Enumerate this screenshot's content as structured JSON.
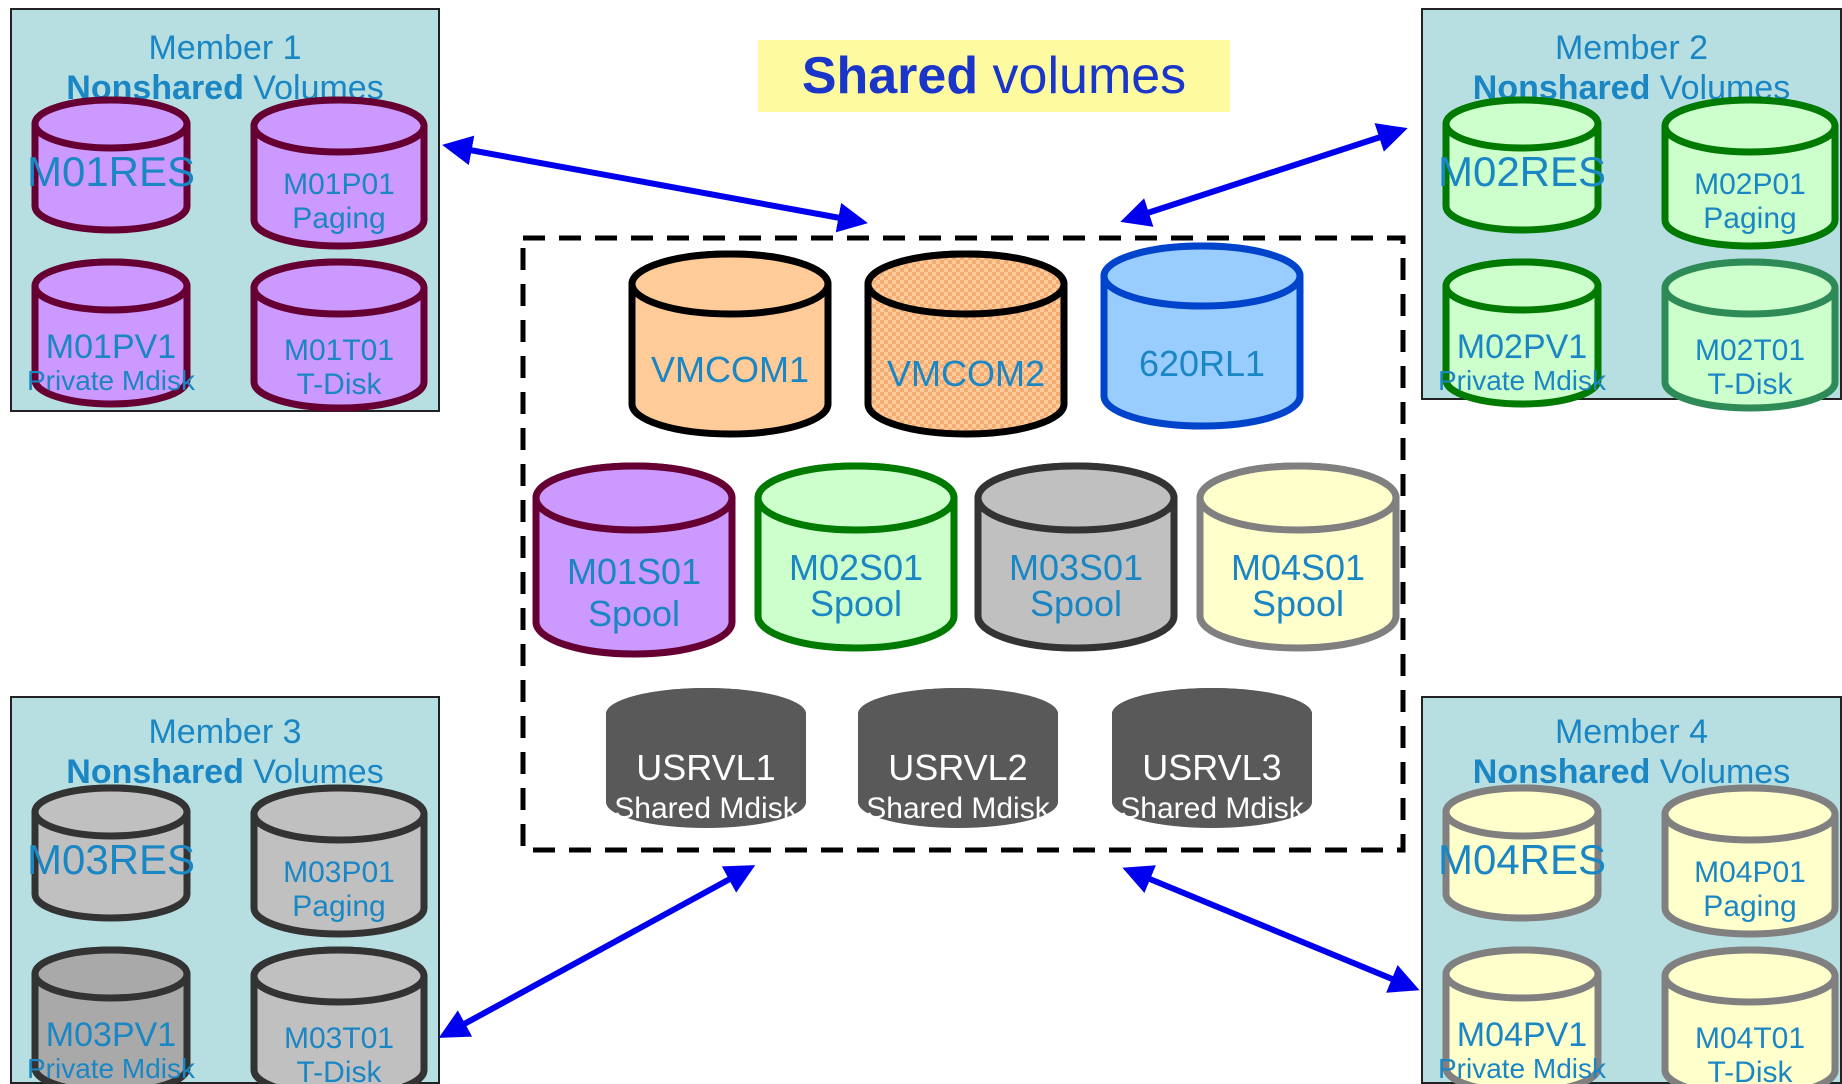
{
  "shared_area": {
    "title_strong": "Shared",
    "title_rest": " volumes"
  },
  "members": [
    {
      "id": "m1",
      "label": "Member 1",
      "nonshared_strong": "Nonshared",
      "nonshared_rest": " Volumes",
      "volumes": [
        {
          "name": "M01RES",
          "sub": "",
          "fill": "#cc99ff",
          "stroke": "#660033"
        },
        {
          "name": "M01P01",
          "sub": "Paging",
          "fill": "#cc99ff",
          "stroke": "#660033"
        },
        {
          "name": "M01PV1",
          "sub": "Private Mdisk",
          "fill": "#cc99ff",
          "stroke": "#660033"
        },
        {
          "name": "M01T01",
          "sub": "T-Disk",
          "fill": "#cc99ff",
          "stroke": "#660033"
        }
      ]
    },
    {
      "id": "m2",
      "label": "Member 2",
      "nonshared_strong": "Nonshared",
      "nonshared_rest": " Volumes",
      "volumes": [
        {
          "name": "M02RES",
          "sub": "",
          "fill": "#ccffcc",
          "stroke": "#007a00"
        },
        {
          "name": "M02P01",
          "sub": "Paging",
          "fill": "#ccffcc",
          "stroke": "#007a00"
        },
        {
          "name": "M02PV1",
          "sub": "Private Mdisk",
          "fill": "#ccffcc",
          "stroke": "#007a00"
        },
        {
          "name": "M02T01",
          "sub": "T-Disk",
          "fill": "#ccffcc",
          "stroke": "#2e8b57"
        }
      ]
    },
    {
      "id": "m3",
      "label": "Member 3",
      "nonshared_strong": "Nonshared",
      "nonshared_rest": " Volumes",
      "volumes": [
        {
          "name": "M03RES",
          "sub": "",
          "fill": "#c0c0c0",
          "stroke": "#333333"
        },
        {
          "name": "M03P01",
          "sub": "Paging",
          "fill": "#c0c0c0",
          "stroke": "#333333"
        },
        {
          "name": "M03PV1",
          "sub": "Private Mdisk",
          "fill": "#a9a9a9",
          "stroke": "#333333"
        },
        {
          "name": "M03T01",
          "sub": "T-Disk",
          "fill": "#c0c0c0",
          "stroke": "#333333"
        }
      ]
    },
    {
      "id": "m4",
      "label": "Member 4",
      "nonshared_strong": "Nonshared",
      "nonshared_rest": " Volumes",
      "volumes": [
        {
          "name": "M04RES",
          "sub": "",
          "fill": "#ffffcc",
          "stroke": "#808080"
        },
        {
          "name": "M04P01",
          "sub": "Paging",
          "fill": "#ffffcc",
          "stroke": "#808080"
        },
        {
          "name": "M04PV1",
          "sub": "Private Mdisk",
          "fill": "#ffffcc",
          "stroke": "#808080"
        },
        {
          "name": "M04T01",
          "sub": "T-Disk",
          "fill": "#ffffcc",
          "stroke": "#808080"
        }
      ]
    }
  ],
  "shared_volumes": [
    {
      "name": "VMCOM1",
      "sub": "",
      "fill": "#ffcc99",
      "stroke": "#000000",
      "pattern": false
    },
    {
      "name": "VMCOM2",
      "sub": "",
      "fill": "#ffcc99",
      "stroke": "#000000",
      "pattern": true
    },
    {
      "name": "620RL1",
      "sub": "",
      "fill": "#99ccff",
      "stroke": "#0044cc",
      "pattern": false
    },
    {
      "name": "M01S01",
      "sub": "Spool",
      "fill": "#cc99ff",
      "stroke": "#660033",
      "pattern": false
    },
    {
      "name": "M02S01",
      "sub": "Spool",
      "fill": "#ccffcc",
      "stroke": "#007a00",
      "pattern": false
    },
    {
      "name": "M03S01",
      "sub": "Spool",
      "fill": "#c0c0c0",
      "stroke": "#333333",
      "pattern": false
    },
    {
      "name": "M04S01",
      "sub": "Spool",
      "fill": "#ffffcc",
      "stroke": "#808080",
      "pattern": false
    },
    {
      "name": "USRVL1",
      "sub": "Shared Mdisk",
      "fill": "#595959",
      "stroke": "#ffffff",
      "pattern": false
    },
    {
      "name": "USRVL2",
      "sub": "Shared Mdisk",
      "fill": "#595959",
      "stroke": "#ffffff",
      "pattern": false
    },
    {
      "name": "USRVL3",
      "sub": "Shared Mdisk",
      "fill": "#595959",
      "stroke": "#ffffff",
      "pattern": false
    }
  ],
  "colors": {
    "member_bg": "#b7dfe2",
    "label_blue": "#1a86c3",
    "arrow_blue": "#0000ee",
    "banner_bg": "#fdfaa0",
    "banner_text": "#1a35c9"
  }
}
